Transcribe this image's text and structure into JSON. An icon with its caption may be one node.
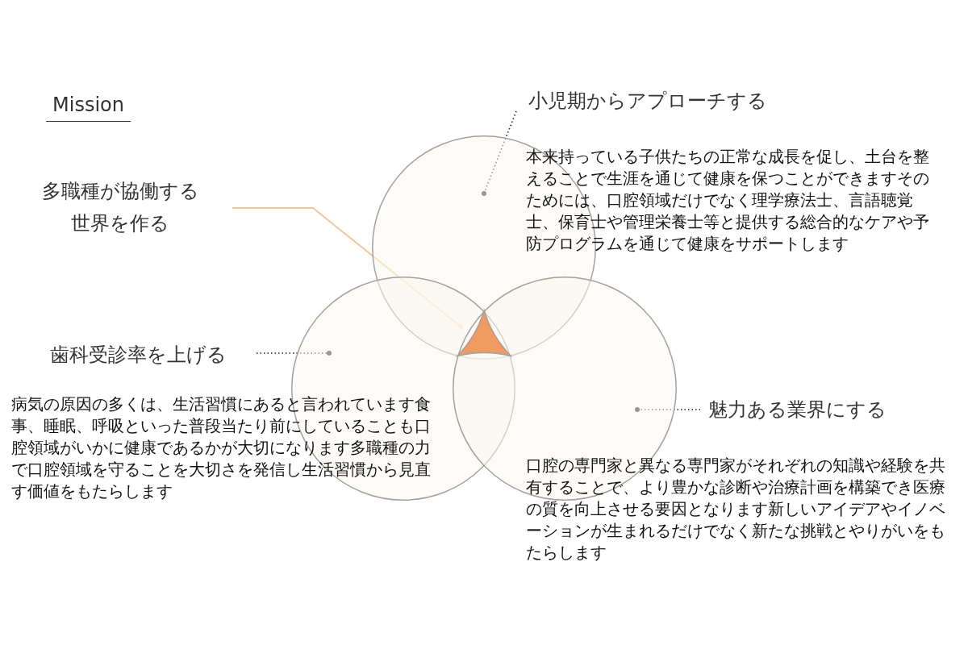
{
  "diagram": {
    "title": "Mission",
    "nodes": [
      {
        "text": [],
        "shape": "circle"
      },
      {
        "text": [],
        "shape": "circle"
      },
      {
        "text": [],
        "shape": "circle"
      },
      {
        "text": [],
        "shape": "triangle"
      },
      {
        "text": [
          "小児期からアプローチする"
        ]
      },
      {
        "text": [
          "多職種が協働する世界を作る"
        ]
      },
      {
        "text": [
          "歯科受診率を上げる"
        ]
      },
      {
        "text": [
          "魅力ある業界にする"
        ]
      }
    ],
    "edges": [
      {
        "from": 4,
        "to": 0,
        "arrow": "other",
        "style": "dashed"
      },
      {
        "from": 5,
        "to": 3,
        "arrow": "other",
        "color": "#f0c898"
      },
      {
        "from": 6,
        "to": 1,
        "arrow": "other",
        "style": "dashed"
      },
      {
        "from": 7,
        "to": 2,
        "arrow": "other",
        "style": "dashed"
      }
    ],
    "labels": [
      "本来持っている子供たちの正常な成長を促し、土台を整えることで生涯を通じて健康を保つことができますそのためには、口腔領域だけでなく理学療法士、言語聴覚士、保育士や管理栄養士等と提供する総合的なケアや予防プログラムを通じて健康をサポートします",
      "病気の原因の多くは、生活習慣にあると言われています食事、睡眠、呼吸といった普段当たり前にしていることも口腔領域がいかに健康であるかが大切になります多職種の力で口腔領域を守ることを大切さを発信し生活習慣から見直す価値をもたらします",
      "口腔の専門家と異なる専門家がそれぞれの知識や経験を共有することで、より豊かな診断や治療計画を構築でき医療の質を向上させる要因となります新しいアイデアやイノベーションが生まれるだけでなく新たな挑戦とやりがいをもたらします"
    ]
  }
}
